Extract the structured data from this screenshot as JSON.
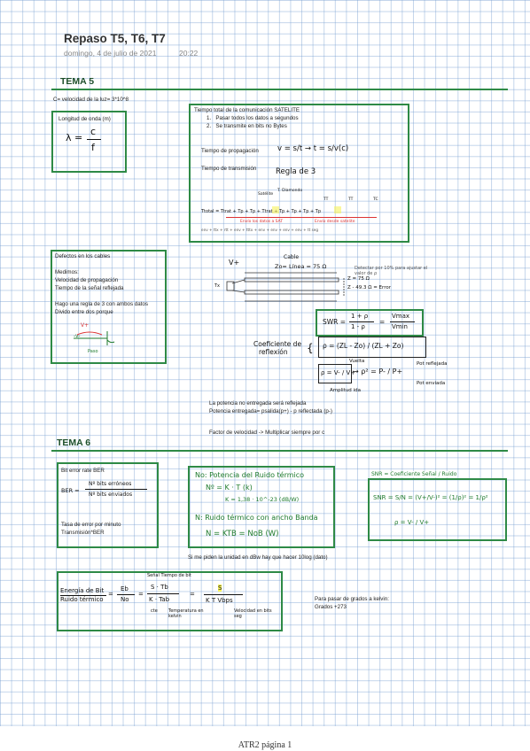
{
  "page": {
    "title": "Repaso T5, T6, T7",
    "date": "domingo, 4 de julio de 2021",
    "time": "20:22",
    "footer": "ATR2 página 1"
  },
  "tema5": {
    "heading": "TEMA 5",
    "light_speed": "C= velocidad de la luz= 3*10^8",
    "wavelength_box": {
      "label": "Longitud de onda (m)",
      "formula_lambda": "λ =",
      "formula_num": "c",
      "formula_den": "f"
    },
    "satellite_box": {
      "title": "Tiempo total de la comunicación SATELITE",
      "items": [
        "Pasar todos los datos a segundos",
        "Se transmite en bits no Bytes"
      ],
      "propagation_label": "Tiempo de propagación",
      "propagation_formula": "v = s/t → t = s/v(c)",
      "transmission_label": "Tiempo de transmisión",
      "transmission_value": "Regla de 3",
      "diag_labels": [
        "Satélite",
        "T. Diamondo",
        "TT",
        "TT",
        "TC"
      ],
      "diag_total": "Ttotal = Ttrat + Tp + Tp + Ttrat + Tp + Tp + Tp + Tp",
      "diag_sub1": "Envío los datos a SAT",
      "diag_sub2": "Envío desde satelite",
      "diag_footer": "env + ttx + rtt + env + tttx + env + env + env + env + tt seg"
    },
    "defects_box": {
      "title": "Defectos en los cables",
      "lines": [
        "Medimos:",
        "Velocidad de propagación",
        "Tiempo de la señal reflejada",
        "",
        "Hago una regla de 3 con ambos datos",
        "Divido entre dos porque"
      ],
      "sketch_labels": [
        "V+",
        "-v-",
        "Paso"
      ]
    },
    "cable_diagram": {
      "vplus": "V+",
      "cable_label": "Cable",
      "zo": "Zo= Línea = 75 Ω",
      "tx": "Tx",
      "note": "Detectar por 10% para ajustar el valor de ρ",
      "z1": "Z = 75 Ω",
      "z2": "Z - 49.3 Ω = Error"
    },
    "swr_formula": {
      "lhs": "SWR =",
      "num": "1 + ρ",
      "den": "1 - ρ",
      "eq": "=",
      "rnum": "Vmax",
      "rden": "Vmin"
    },
    "reflection": {
      "label1": "Coeficiente de",
      "label2": "reflexión",
      "rho_formula": "ρ = (ZL - Zo) / (ZL + Zo)",
      "vuelta": "Vuelta",
      "rho_v": "ρ = V- / V+",
      "pot_rel": "→ ρ² = P- / P+",
      "pot_reflejada": "Pot reflejada",
      "pot_enviada": "Pot enviada",
      "amplitud": "Amplitud ida"
    },
    "power_notes": [
      "La potencia no entregada será reflejada",
      "Potencia entregada= psalida(p+) - p reflectada (p-)"
    ],
    "velocity_note": "Factor de velocidad -> Multiplicar siempre por c"
  },
  "tema6": {
    "heading": "TEMA 6",
    "ber_box": {
      "title": "Bit error rate BER",
      "lhs": "BER =",
      "num": "Nº bits erróneos",
      "den": "Nº bits enviados",
      "rate1": "Tasa de error por minuto",
      "rate2": "Transmisión*BER"
    },
    "noise_box": {
      "line1": "No: Potencia del Ruido térmico",
      "line2": "Nº = K · T (k)",
      "line3": "K = 1,38 · 10^-23 (dB/W)",
      "line4": "N: Ruido térmico con ancho Banda",
      "line5": "N = KTB = NoB (W)"
    },
    "snr_box": {
      "title": "SNR = Coeficiente Señal / Ruido",
      "formula": "SNR = S/N = (V+/V-)² = (1/ρ)² = 1/ρ²",
      "rho": "ρ = V- / V+"
    },
    "db_note": "Si me piden la unidad en dBw hay que hacer 10log (dato)",
    "energy_box": {
      "lbl1": "Energía de Bit",
      "lbl2": "Ruido térmico",
      "eb": "Eb",
      "no": "No",
      "s_tb": "S · Tb",
      "k_tab": "K · Tab",
      "s": "S",
      "kt": "K T Vbps",
      "top": "Señal Tiempo de bit",
      "cte": "cte",
      "temp": "Temperatura en kelvin",
      "vel": "Velocidad en bits seg"
    },
    "kelvin_note": [
      "Para pasar de grados a kelvin:",
      "Grados +273"
    ]
  }
}
